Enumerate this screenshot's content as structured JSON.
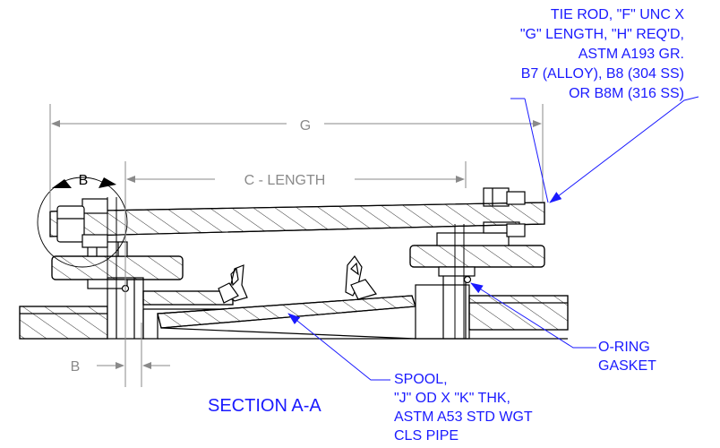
{
  "colors": {
    "annotation": "#1a1aff",
    "dimension": "#8a8a8a",
    "outline": "#000000"
  },
  "dimensions": {
    "overall": "G",
    "spool_length": "C - LENGTH",
    "detail_top": "B",
    "detail_bottom": "B"
  },
  "callouts": {
    "tie_rod": [
      "TIE ROD, \"F\" UNC X",
      "\"G\" LENGTH, \"H\" REQ'D,",
      "ASTM A193 GR.",
      "B7 (ALLOY), B8 (304 SS)",
      "OR B8M (316 SS)"
    ],
    "o_ring": [
      "O-RING",
      "GASKET"
    ],
    "spool": [
      "SPOOL,",
      "\"J\" OD X \"K\" THK,",
      "ASTM A53 STD WGT",
      "CLS PIPE"
    ]
  },
  "section_title": "SECTION A-A"
}
